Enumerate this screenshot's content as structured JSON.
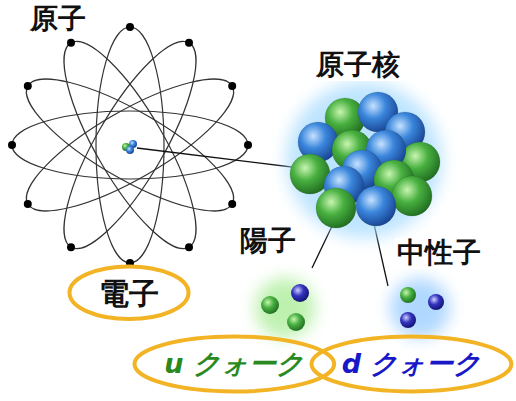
{
  "diagram": {
    "nodes": [
      {
        "text": [
          "電子"
        ]
      },
      {
        "text": [
          "u クォーク"
        ]
      },
      {
        "text": [
          "d クォーク"
        ]
      }
    ],
    "labels": [
      "原子",
      "原子核",
      "陽子",
      "中性子"
    ]
  }
}
